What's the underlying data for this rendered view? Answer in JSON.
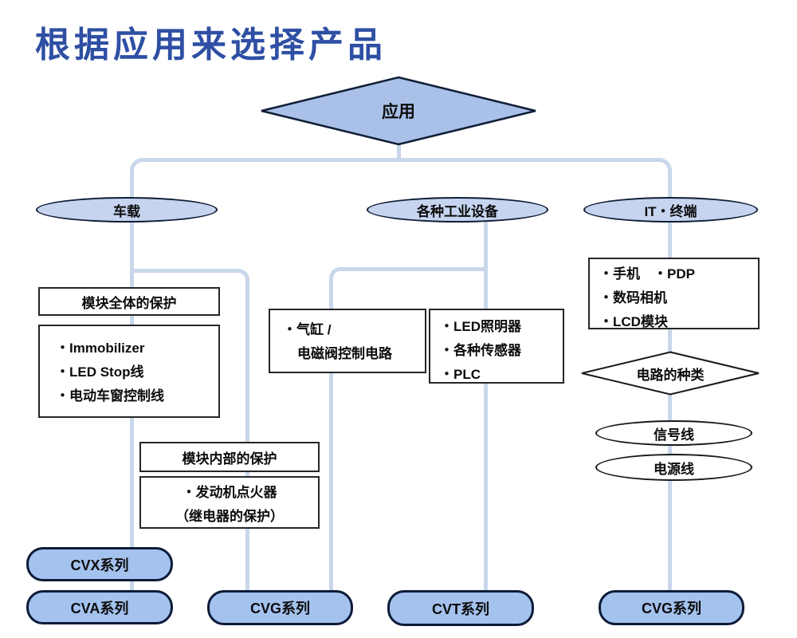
{
  "page": {
    "title": "根据应用来选择产品"
  },
  "colors": {
    "title": "#2e4fa3",
    "diamond_fill": "#a9c0e8",
    "ellipse_fill": "#c6d4f0",
    "series_fill": "#a4c2ee",
    "connector": "#c9d7ea"
  },
  "flow": {
    "root_label": "应用",
    "branch_vehicle": "车载",
    "branch_industrial": "各种工业设备",
    "branch_it": "IT・终端",
    "vehicle": {
      "overall_title": "模块全体的保护",
      "overall_items": [
        "・Immobilizer",
        "・LED Stop线",
        "・电动车窗控制线"
      ],
      "internal_title": "模块内部的保护",
      "internal_items": [
        "・发动机点火器",
        "（继电器的保护）"
      ]
    },
    "industrial": {
      "cylinder_items": [
        "・气缸 /",
        "电磁阀控制电路"
      ],
      "device_items": [
        "・LED照明器",
        "・各种传感器",
        "・PLC"
      ]
    },
    "it": {
      "device_items": [
        "・手机　・PDP",
        "・数码相机",
        "・LCD模块"
      ],
      "circuit_diamond": "电路的种类",
      "signal_ellipse": "信号线",
      "power_ellipse": "电源线"
    },
    "series": {
      "cvx": "CVX系列",
      "cva": "CVA系列",
      "cvg_left": "CVG系列",
      "cvt": "CVT系列",
      "cvg_right": "CVG系列"
    }
  }
}
